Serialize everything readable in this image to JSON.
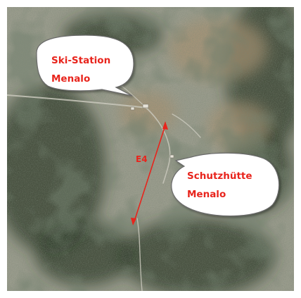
{
  "map": {
    "kind": "satellite",
    "labels": {
      "ski_station": {
        "line1": "Ski-Station",
        "line2": "Menalo"
      },
      "refuge": {
        "line1": "Schutzhütte",
        "line2": "Menalo"
      },
      "route": "E4"
    },
    "colors": {
      "label_text": "#e8241c",
      "route_line": "#e8241c",
      "callout_fill": "#ffffff",
      "callout_stroke": "#6b6b6b",
      "terrain_light": "#9a9c8d",
      "vegetation_dark": "#2f3a2a",
      "bare_ground": "#a69070"
    },
    "icons": {
      "route_arrow": "double-headed-arrow-icon"
    }
  }
}
